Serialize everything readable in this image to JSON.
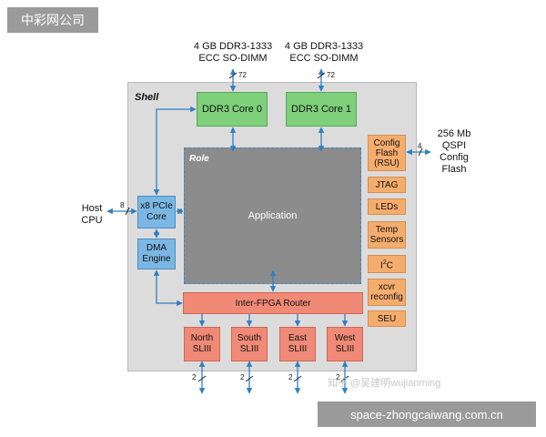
{
  "watermarks": {
    "top": "中彩网公司",
    "bottom": "space-zhongcaiwang.com.cn",
    "zhihu": "知乎 @吴建明wujianming"
  },
  "diagram": {
    "shell_label": "Shell",
    "role_label": "Role",
    "application_label": "Application",
    "ddr_modules": [
      {
        "line1": "4 GB DDR3-1333",
        "line2": "ECC SO-DIMM",
        "width": "72",
        "core": "DDR3 Core 0"
      },
      {
        "line1": "4 GB DDR3-1333",
        "line2": "ECC SO-DIMM",
        "width": "72",
        "core": "DDR3 Core 1"
      }
    ],
    "host": {
      "line1": "Host",
      "line2": "CPU",
      "width": "8"
    },
    "pcie": {
      "line1": "x8 PCIe",
      "line2": "Core"
    },
    "dma": {
      "line1": "DMA",
      "line2": "Engine"
    },
    "flash": {
      "line1": "256 Mb",
      "line2": "QSPI",
      "line3": "Config",
      "line4": "Flash",
      "width": "4"
    },
    "peripherals": [
      {
        "line1": "Config",
        "line2": "Flash",
        "line3": "(RSU)"
      },
      {
        "line1": "JTAG"
      },
      {
        "line1": "LEDs"
      },
      {
        "line1": "Temp",
        "line2": "Sensors"
      },
      {
        "line1": "I",
        "sup": "2",
        "line2": "C"
      },
      {
        "line1": "xcvr",
        "line2": "reconfig"
      },
      {
        "line1": "SEU"
      }
    ],
    "router_label": "Inter-FPGA Router",
    "slii": [
      {
        "line1": "North",
        "line2": "SLIII",
        "width": "2"
      },
      {
        "line1": "South",
        "line2": "SLIII",
        "width": "2"
      },
      {
        "line1": "East",
        "line2": "SLIII",
        "width": "2"
      },
      {
        "line1": "West",
        "line2": "SLIII",
        "width": "2"
      }
    ]
  },
  "colors": {
    "ddr_green": "#7ed07a",
    "pcie_blue": "#7bb7e4",
    "peripheral_orange": "#f5ad6e",
    "router_red": "#f08a76",
    "role_gray": "#8c8c8c",
    "connector_blue": "#2f7fc1"
  }
}
